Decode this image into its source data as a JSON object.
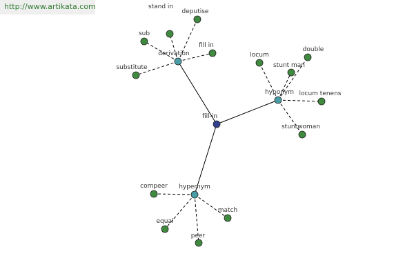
{
  "banner": {
    "url_text": "http://www.artikata.com"
  },
  "colors": {
    "center": "#33408f",
    "relation": "#4a9da6",
    "leaf": "#3f8a3f",
    "banner_bg": "#efefef",
    "banner_text": "#2f7a2f"
  },
  "graph": {
    "center": {
      "label": "fill-in"
    },
    "relations": [
      {
        "label": "derivation",
        "words": [
          "stand in",
          "deputise",
          "sub",
          "fill in",
          "substitute"
        ]
      },
      {
        "label": "hyponym",
        "words": [
          "locum",
          "double",
          "stunt man",
          "locum tenens",
          "stuntwoman"
        ]
      },
      {
        "label": "hypernym",
        "words": [
          "compeer",
          "equal",
          "peer",
          "match"
        ]
      }
    ]
  }
}
